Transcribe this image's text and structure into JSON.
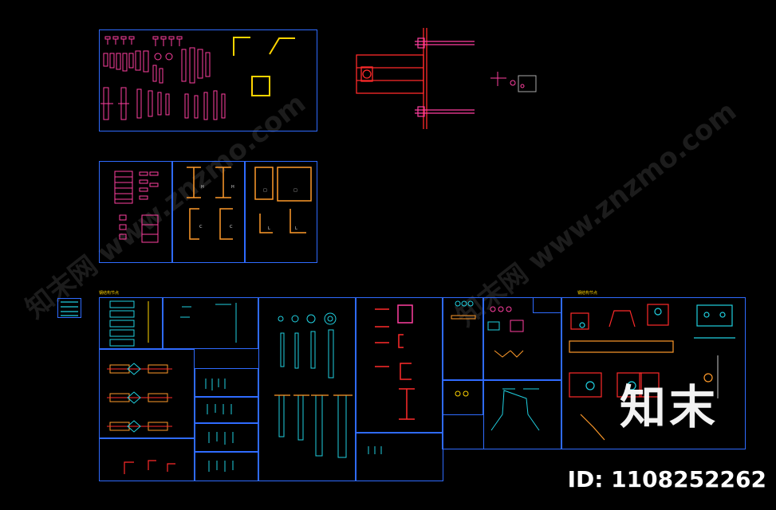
{
  "watermark": {
    "text": "知末网 www.znzmo.com",
    "logo": "知末",
    "id_label": "ID: 1108252262"
  },
  "labels": {
    "section_title_left": "钢结构节点",
    "section_title_right": "钢结构节点",
    "note_i1": "H",
    "note_i2": "H",
    "note_c1": "C",
    "note_c2": "C",
    "note_box1": "□",
    "note_box2": "□",
    "note_l1": "L",
    "note_l2": "L"
  },
  "colors": {
    "background": "#000000",
    "frame": "#2f6bff",
    "magenta": "#ff3fa0",
    "red": "#ff2a2a",
    "cyan": "#20d0e0",
    "yellow": "#ffd400",
    "orange": "#ff9a2a",
    "gray": "#a9a9a9"
  },
  "icons": [
    "bolt-icon",
    "steel-section-icon",
    "anchor-bolt-icon",
    "plate-icon"
  ]
}
